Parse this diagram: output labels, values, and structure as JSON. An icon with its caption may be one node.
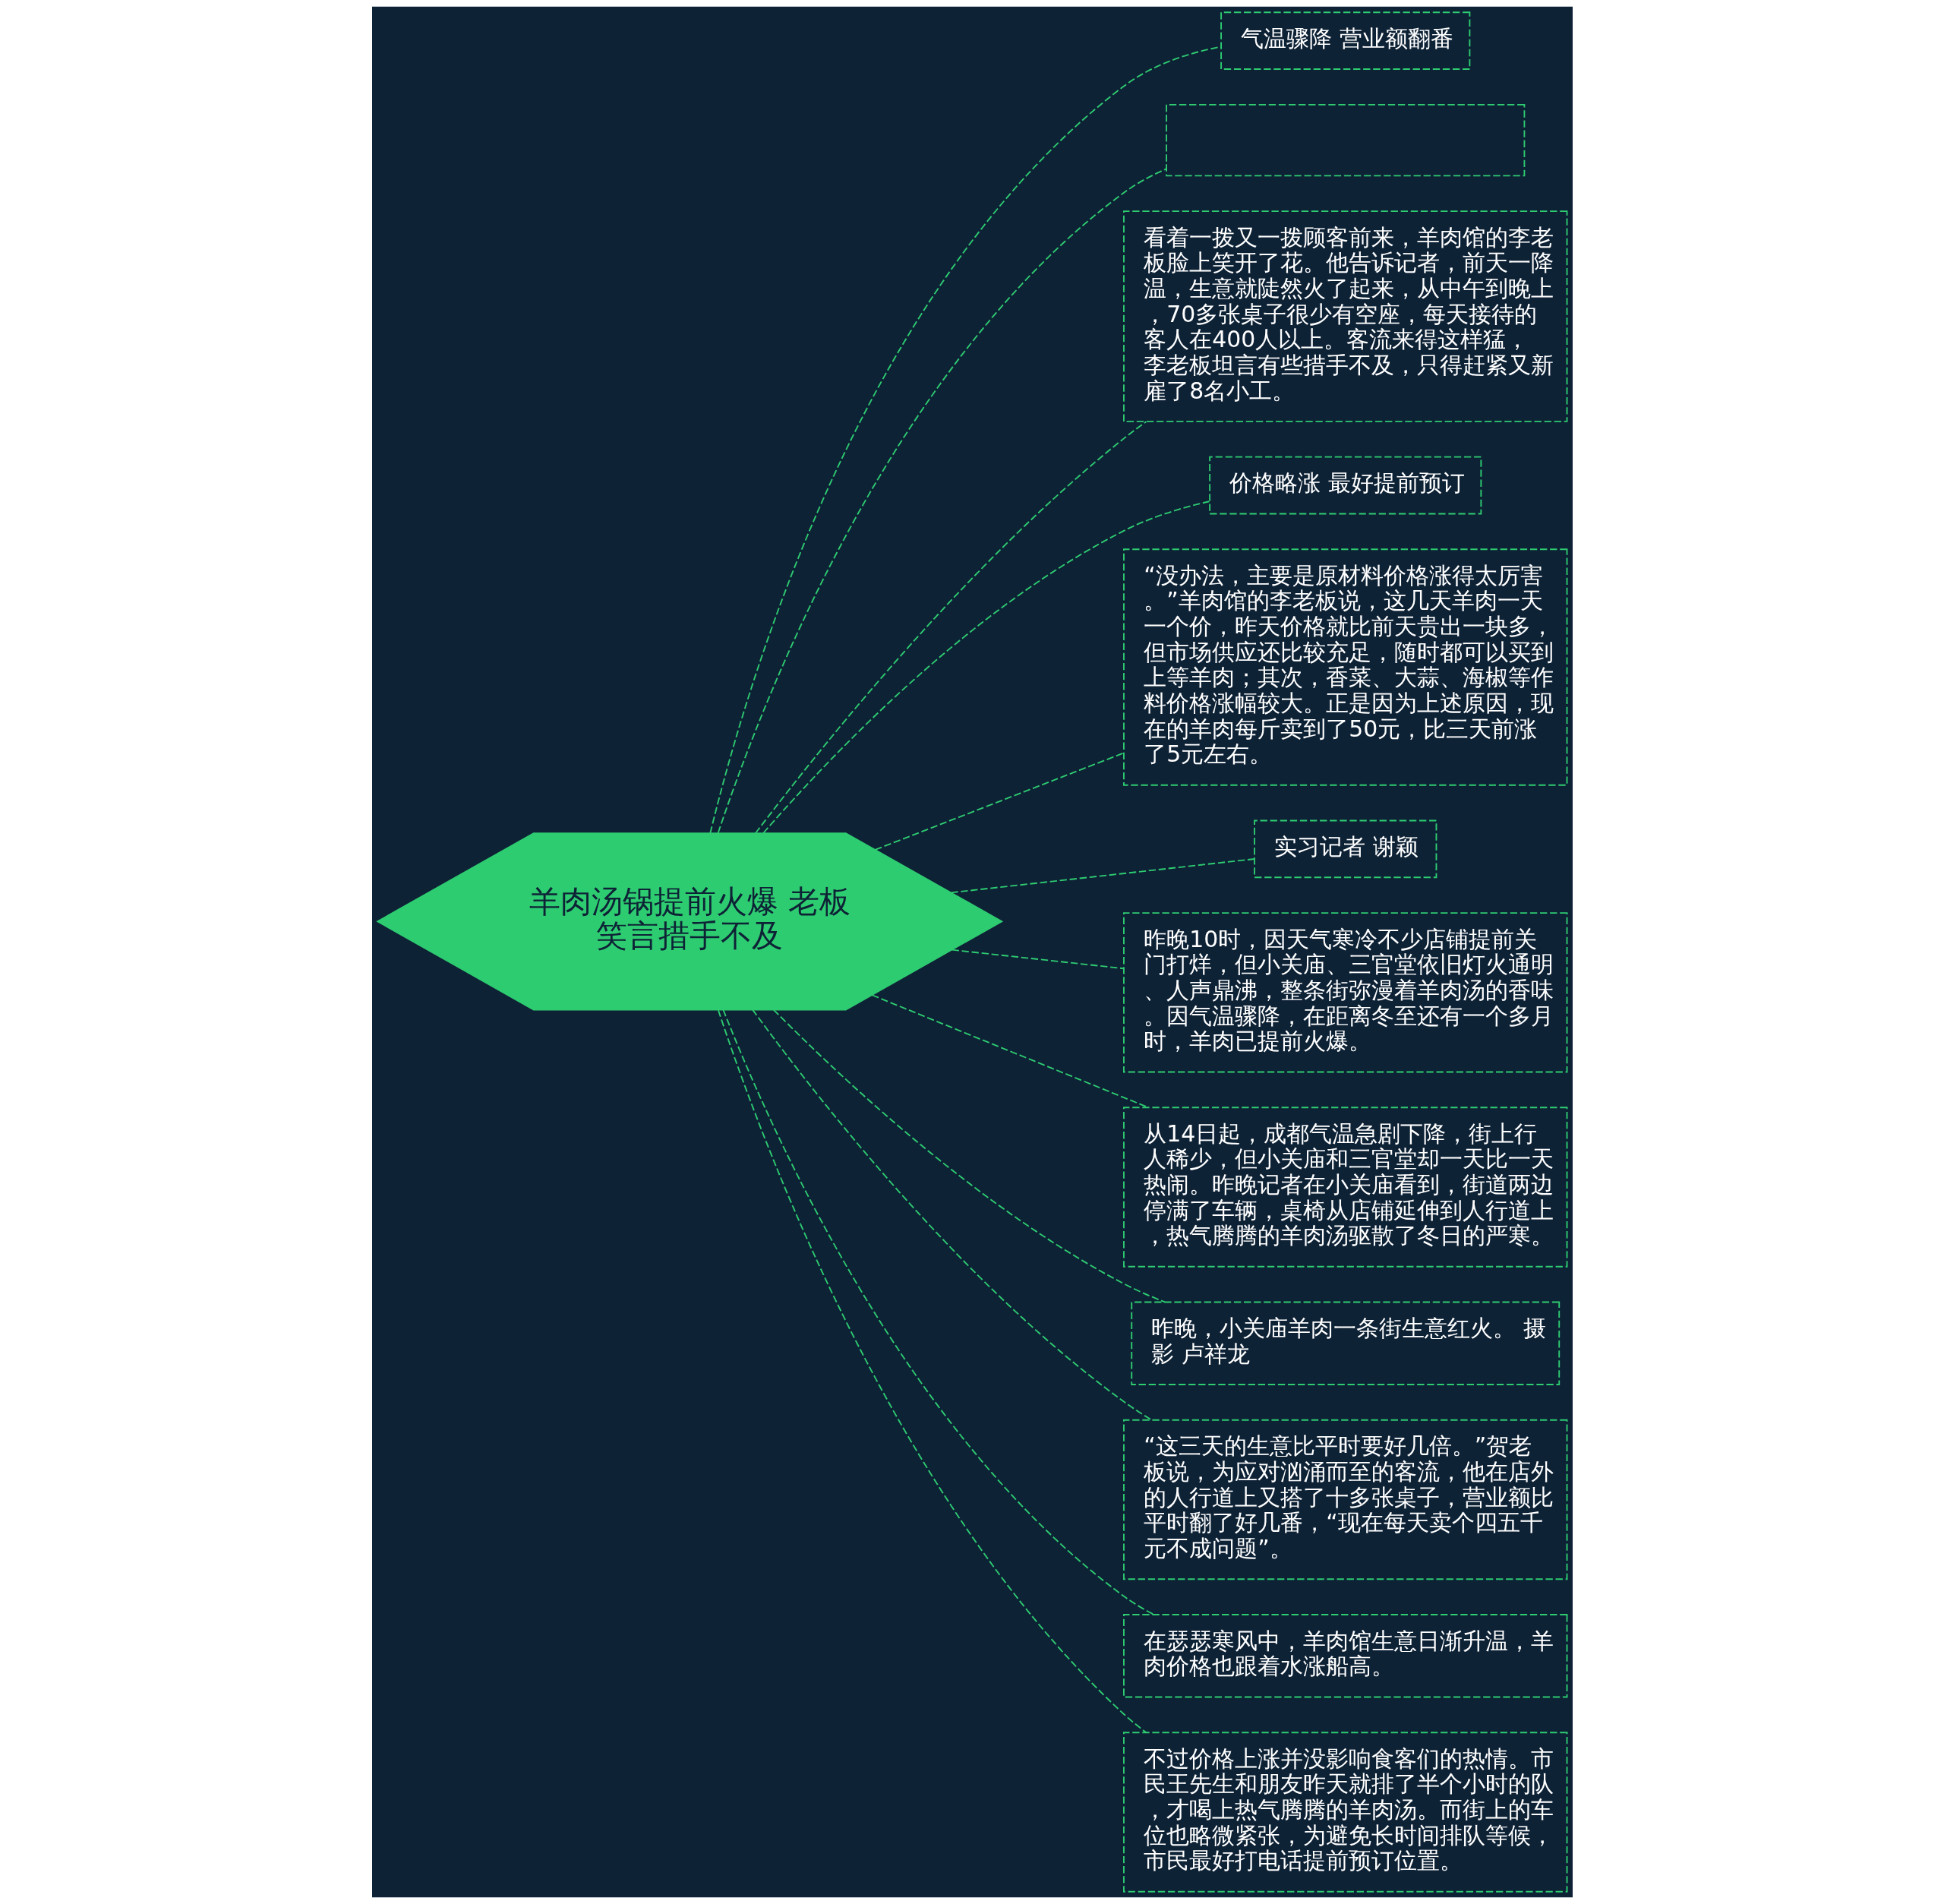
{
  "diagram": {
    "nodes": [
      {
        "text": [
          "羊肉汤锅提前火爆 老板笑言措手不及"
        ]
      },
      {
        "text": [
          "气温骤降 营业额翻番"
        ]
      },
      {
        "text": [],
        "shape": "box"
      },
      {
        "text": [
          "看着一拨又一拨顾客前来，羊肉馆的李老板脸上笑开了花。他告诉记者，前天一降温，生意就陡然火了起来，从中午到晚上，70多张桌子很少有空座，每天接待的客人在400人以上。客流来得这样猛，李老板坦言有些措手不及，只得赶紧又新雇了8名小工。"
        ]
      },
      {
        "text": [
          "价格略涨 最好提前预订"
        ]
      },
      {
        "text": [
          "“没办法，主要是原材料价格涨得太厉害。”羊肉馆的李老板说，这几天羊肉一天一个价，昨天价格就比前天贵出一块多，但市场供应还比较充足，随时都可以买到上等羊肉；其次，香菜、大蒜、海椒等作料价格涨幅较大。正是因为上述原因，现在的羊肉每斤卖到了50元，比三天前涨了5元左右。"
        ]
      },
      {
        "text": [
          "实习记者 谢颖"
        ]
      },
      {
        "text": [
          "昨晚10时，因天气寒冷不少店铺提前关门打烊，但小关庙、三官堂依旧灯火通明、人声鼎沸，整条街弥漫着羊肉汤的香味。因气温骤降，在距离冬至还有一个多月时，羊肉已提前火爆。"
        ]
      },
      {
        "text": [
          "从14日起，成都气温急剧下降，街上行人稀少，但小关庙和三官堂却一天比一天热闹。昨晚记者在小关庙看到，街道两边停满了车辆，桌椅从店铺延伸到人行道上，热气腾腾的羊肉汤驱散了冬日的严寒。"
        ]
      },
      {
        "text": [
          "昨晚，小关庙羊肉一条街生意红火。 摄影 卢祥龙"
        ]
      },
      {
        "text": [
          "“这三天的生意比平时要好几倍。”贺老板说，为应对汹涌而至的客流，他在店外的人行道上又搭了十多张桌子，营业额比平时翻了好几番，“现在每天卖个四五千元不成问题”。"
        ]
      },
      {
        "text": [
          "在瑟瑟寒风中，羊肉馆生意日渐升温，羊肉价格也跟着水涨船高。"
        ]
      },
      {
        "text": [
          "不过价格上涨并没影响食客们的热情。市民王先生和朋友昨天就排了半个小时的队，才喝上热气腾腾的羊肉汤。而街上的车位也略微紧张，为避免长时间排队等候，市民最好打电话提前预订位置。"
        ]
      }
    ],
    "edges": [
      {
        "from": 0,
        "to": 1,
        "arrow": "none",
        "style": "dashed"
      },
      {
        "from": 0,
        "to": 2,
        "arrow": "none",
        "style": "dashed"
      },
      {
        "from": 0,
        "to": 3,
        "arrow": "none",
        "style": "dashed"
      },
      {
        "from": 0,
        "to": 4,
        "arrow": "none",
        "style": "dashed"
      },
      {
        "from": 0,
        "to": 5,
        "arrow": "none",
        "style": "dashed"
      },
      {
        "from": 0,
        "to": 6,
        "arrow": "none",
        "style": "dashed"
      },
      {
        "from": 0,
        "to": 7,
        "arrow": "none",
        "style": "dashed"
      },
      {
        "from": 0,
        "to": 8,
        "arrow": "none",
        "style": "dashed"
      },
      {
        "from": 0,
        "to": 9,
        "arrow": "none",
        "style": "dashed"
      },
      {
        "from": 0,
        "to": 10,
        "arrow": "none",
        "style": "dashed"
      },
      {
        "from": 0,
        "to": 11,
        "arrow": "none",
        "style": "dashed"
      },
      {
        "from": 0,
        "to": 12,
        "arrow": "none",
        "style": "dashed"
      }
    ]
  }
}
